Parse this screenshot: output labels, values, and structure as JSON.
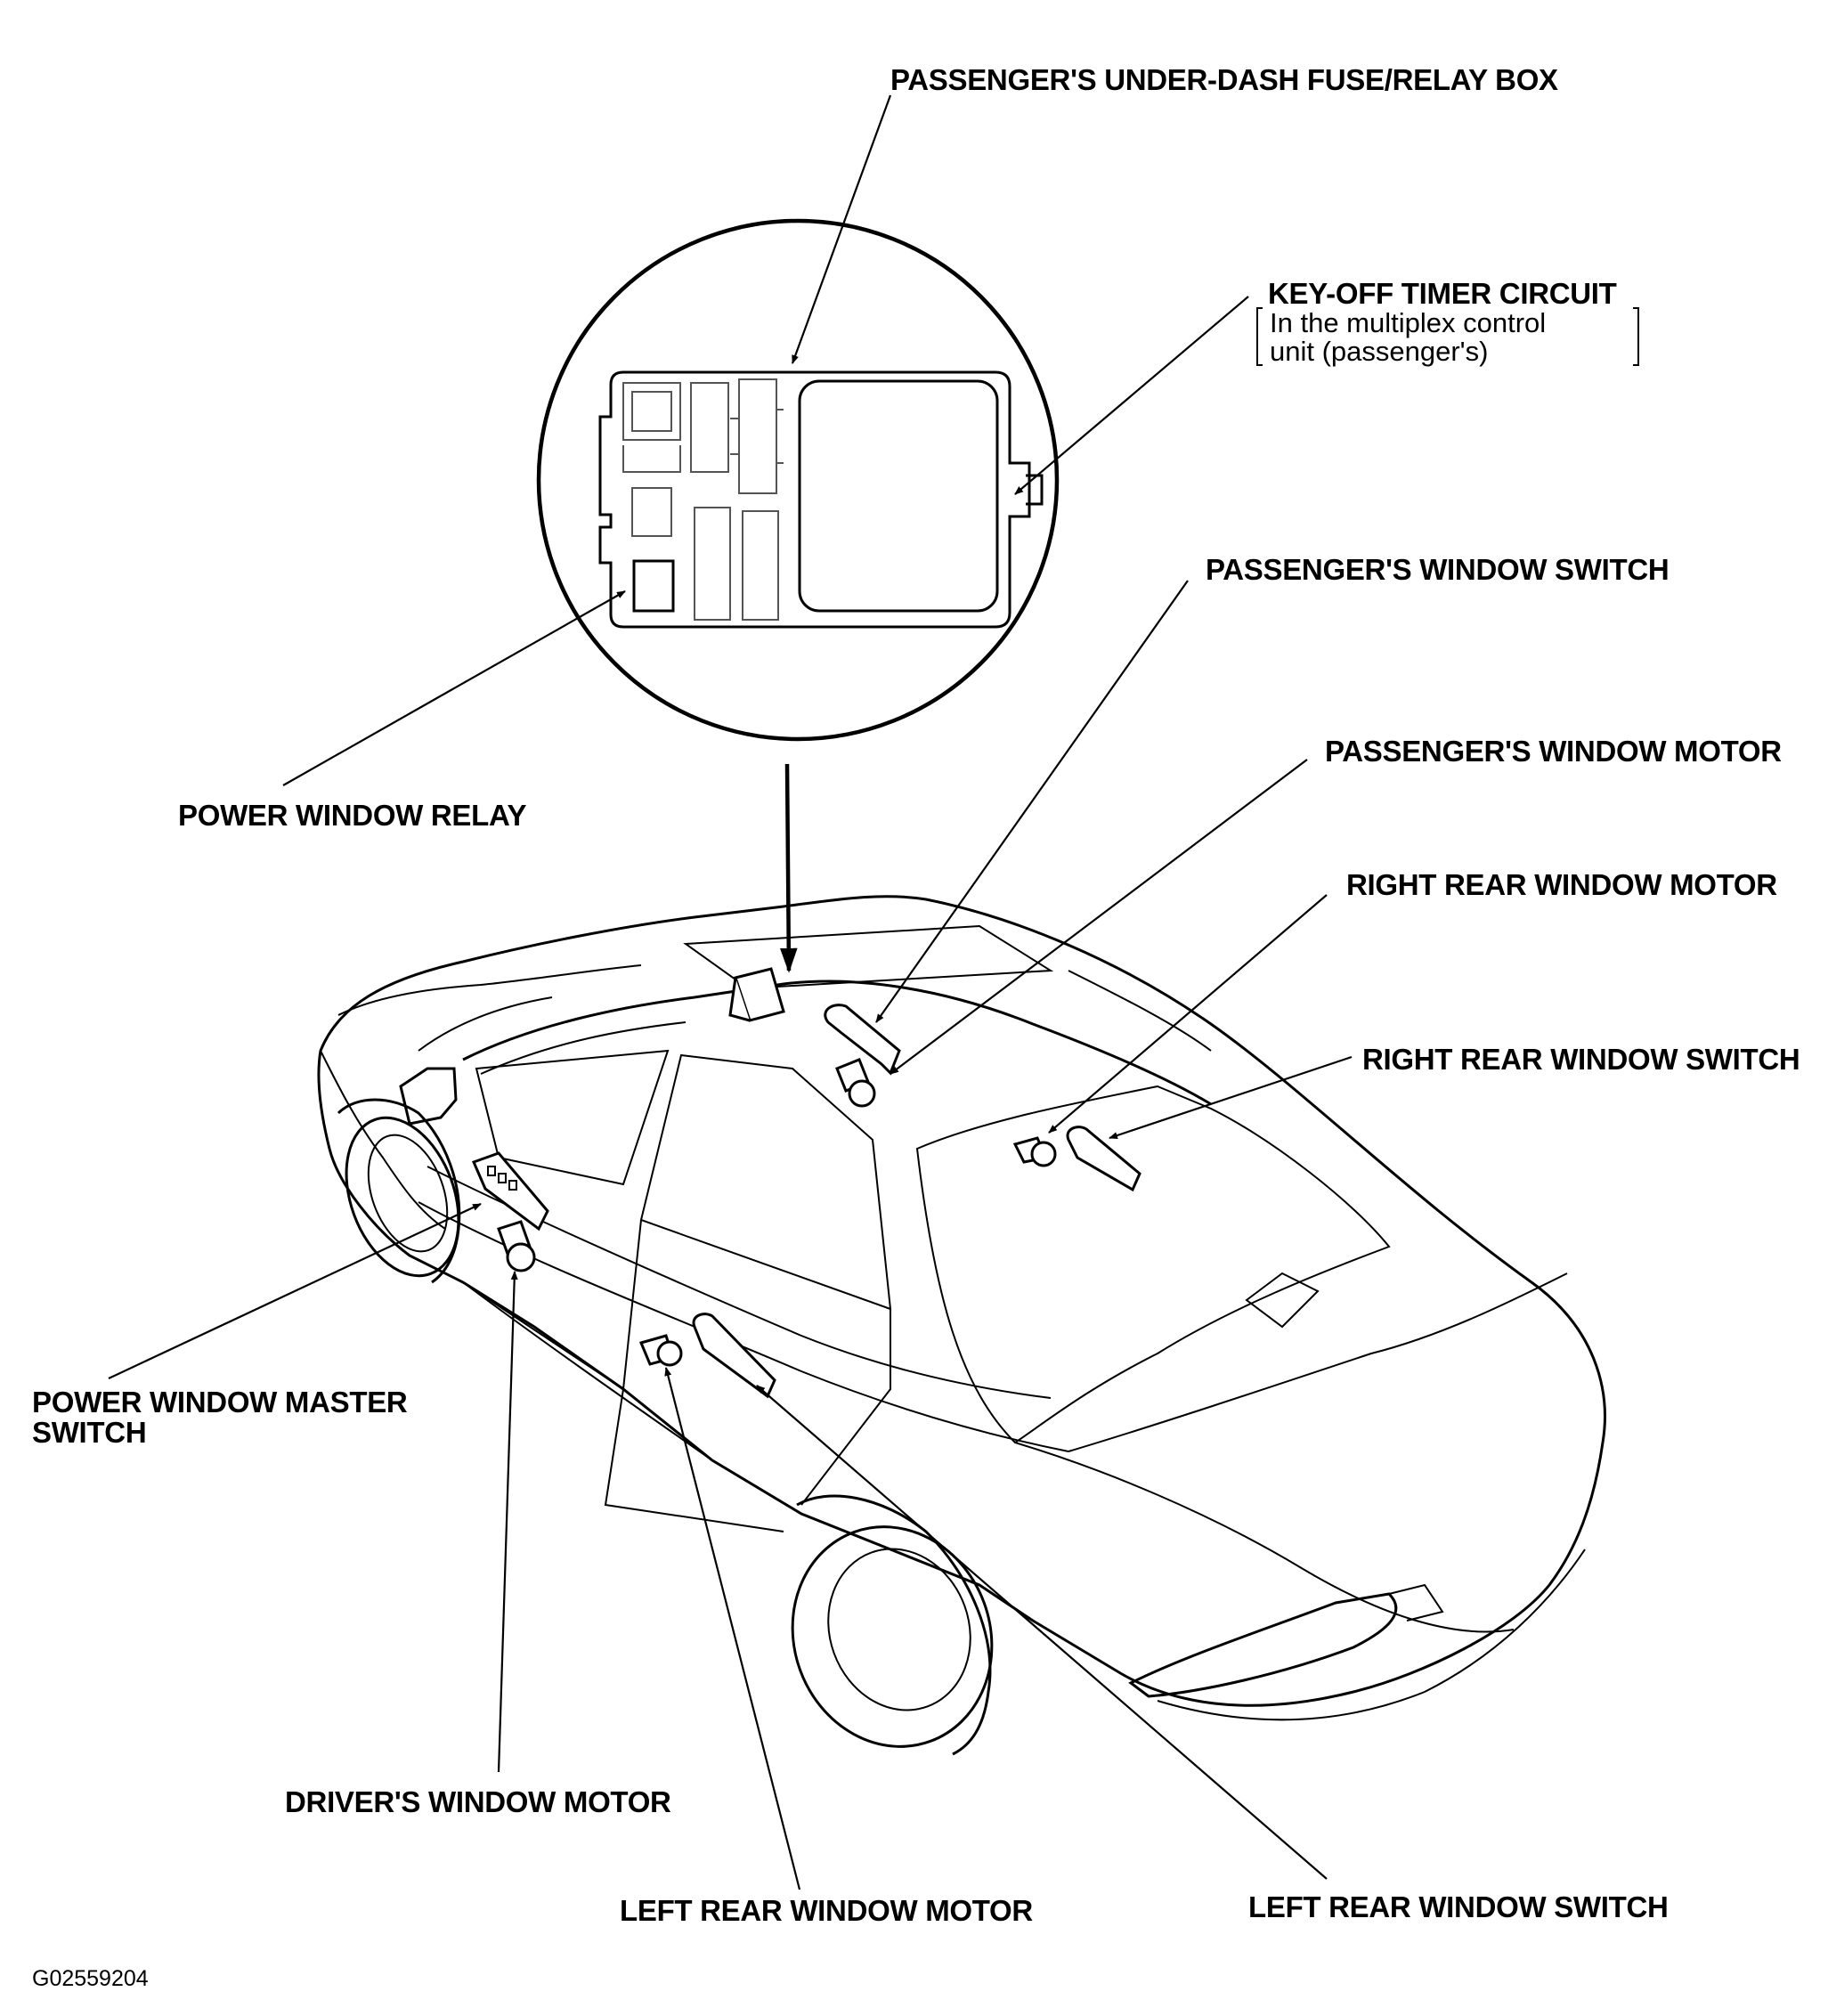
{
  "labels": {
    "fuse_box": "PASSENGER'S UNDER-DASH FUSE/RELAY BOX",
    "key_off_title": "KEY-OFF TIMER CIRCUIT",
    "key_off_line1": "In the multiplex control",
    "key_off_line2": "unit (passenger's)",
    "pass_window_switch": "PASSENGER'S WINDOW SWITCH",
    "pass_window_motor": "PASSENGER'S WINDOW MOTOR",
    "right_rear_motor": "RIGHT REAR WINDOW MOTOR",
    "right_rear_switch": "RIGHT REAR WINDOW SWITCH",
    "power_window_relay": "POWER WINDOW RELAY",
    "master_switch_line1": "POWER WINDOW MASTER",
    "master_switch_line2": "SWITCH",
    "driver_motor": "DRIVER'S WINDOW MOTOR",
    "left_rear_motor": "LEFT REAR WINDOW MOTOR",
    "left_rear_switch": "LEFT REAR WINDOW SWITCH"
  },
  "figure_code": "G02559204"
}
